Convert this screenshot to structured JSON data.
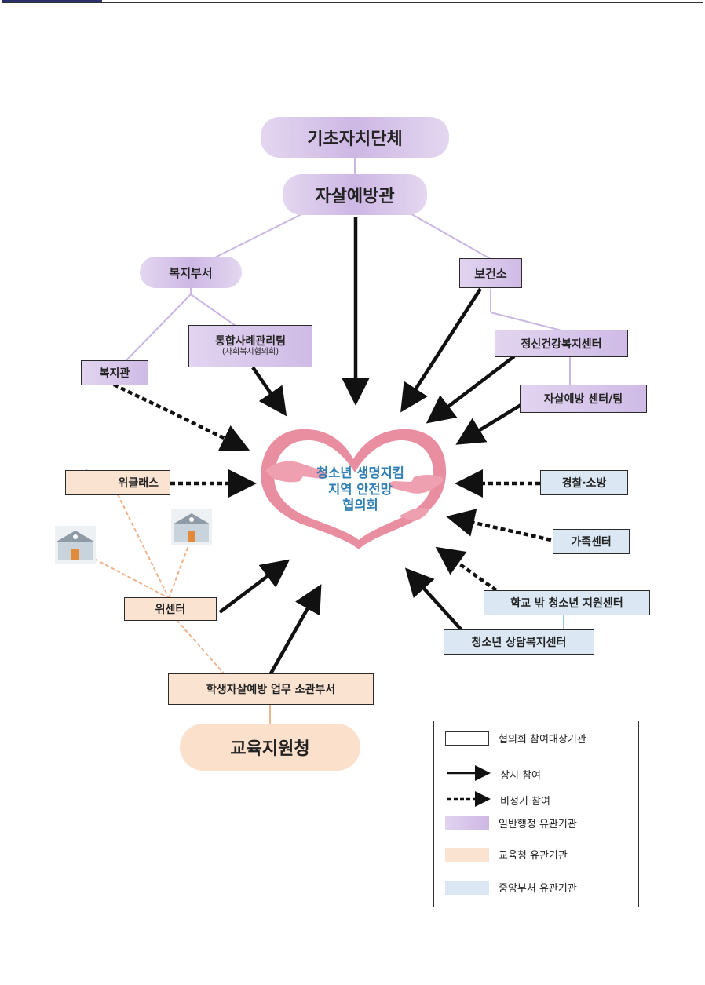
{
  "nodes": {
    "local_gov": "기초자치단체",
    "suicide_officer": "자살예방관",
    "welfare_dept": "복지부서",
    "health_center": "보건소",
    "case_team": "통합사례관리팀",
    "case_team_sub": "(사회복지협의회)",
    "mental_center": "정신건강복지센터",
    "welfare_house": "복지관",
    "suicide_center": "자살예방 센터/팀",
    "wee_class": "위클래스",
    "police_fire": "경찰·소방",
    "family_center": "가족센터",
    "wee_center": "위센터",
    "out_of_school": "학교 밖 청소년 지원센터",
    "youth_counsel": "청소년 상담복지센터",
    "student_dept": "학생자살예방 업무 소관부서",
    "edu_office": "교육지원청"
  },
  "center": {
    "line1": "청소년 생명지킴",
    "line2": "지역 안전망",
    "line3": "협의회"
  },
  "legend": {
    "participant": "협의회 참여대상기관",
    "regular": "상시 참여",
    "irregular": "비정기 참여",
    "general_admin": "일반행정 유관기관",
    "education": "교육청 유관기관",
    "central": "중앙부처 유관기관"
  },
  "colors": {
    "purple": "#cdb7e4",
    "orange": "#fbe3d2",
    "blue": "#dbe8f4",
    "heart": "#e98ea0",
    "center_text": "#2f7fb5"
  }
}
